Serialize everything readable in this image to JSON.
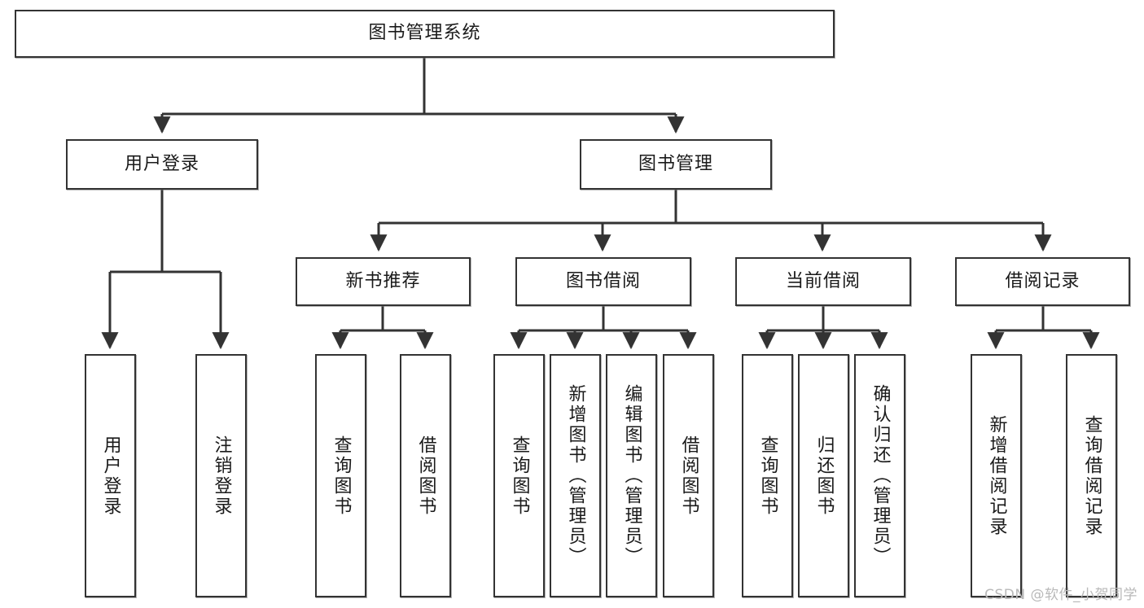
{
  "diagram": {
    "title": "图书管理系统",
    "watermark": "CSDN @软件_小贺同学",
    "colors": {
      "box_border": "#333333",
      "box_fill": "#ffffff",
      "edge": "#333333",
      "text": "#1a1a1a",
      "watermark": "#b9b9b9",
      "background": "#ffffff"
    },
    "nodes": {
      "root": {
        "label": "图书管理系统"
      },
      "level2": [
        {
          "id": "user-login",
          "label": "用户登录"
        },
        {
          "id": "book-manage",
          "label": "图书管理"
        }
      ],
      "level3": [
        {
          "id": "new-book-recommend",
          "label": "新书推荐"
        },
        {
          "id": "book-borrow",
          "label": "图书借阅"
        },
        {
          "id": "current-borrow",
          "label": "当前借阅"
        },
        {
          "id": "borrow-record",
          "label": "借阅记录"
        }
      ],
      "leaves": {
        "user-login": [
          {
            "id": "leaf-user-login",
            "label": "用户登录"
          },
          {
            "id": "leaf-logout-login",
            "label": "注销登录"
          }
        ],
        "new-book-recommend": [
          {
            "id": "leaf-query-book-1",
            "label": "查询图书"
          },
          {
            "id": "leaf-borrow-book-1",
            "label": "借阅图书"
          }
        ],
        "book-borrow": [
          {
            "id": "leaf-query-book-2",
            "label": "查询图书"
          },
          {
            "id": "leaf-add-book",
            "label": "新增图书（管理员）"
          },
          {
            "id": "leaf-edit-book",
            "label": "编辑图书（管理员）"
          },
          {
            "id": "leaf-borrow-book-2",
            "label": "借阅图书"
          }
        ],
        "current-borrow": [
          {
            "id": "leaf-query-book-3",
            "label": "查询图书"
          },
          {
            "id": "leaf-return-book",
            "label": "归还图书"
          },
          {
            "id": "leaf-confirm-return",
            "label": "确认归还（管理员）"
          }
        ],
        "borrow-record": [
          {
            "id": "leaf-add-record",
            "label": "新增借阅记录"
          },
          {
            "id": "leaf-query-record",
            "label": "查询借阅记录"
          }
        ]
      }
    }
  }
}
